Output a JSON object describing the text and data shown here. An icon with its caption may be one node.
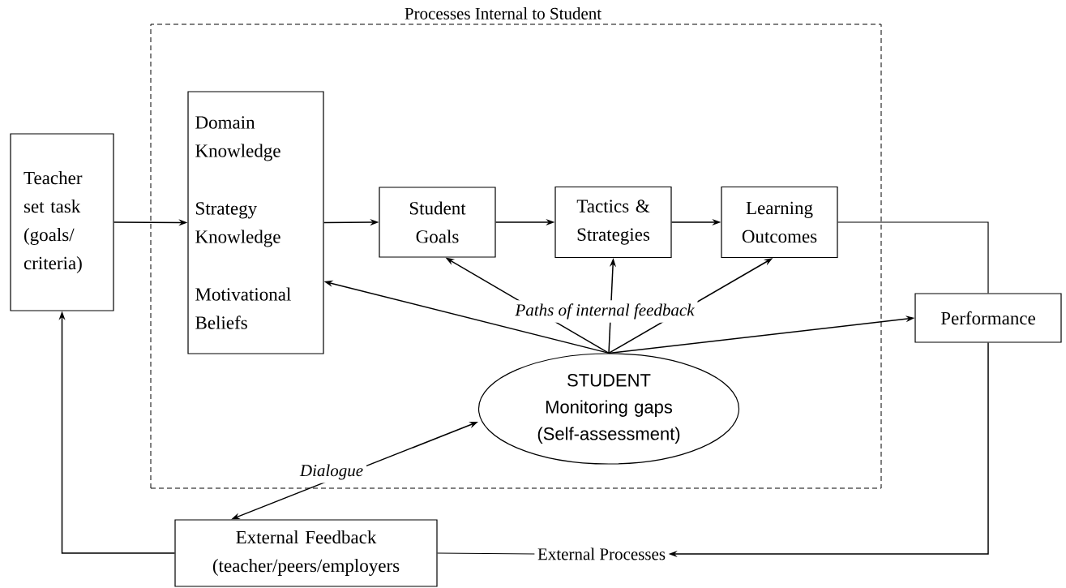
{
  "diagram": {
    "nodes": [
      {
        "text": [
          "Processes Internal to Student"
        ]
      },
      {
        "text": [
          "Teacher set task (goals/ criteria)"
        ]
      },
      {
        "text": [
          "Domain Knowledge",
          "Strategy Knowledge",
          "Motivational Beliefs"
        ],
        "in": 0
      },
      {
        "text": [
          "Student Goals"
        ],
        "in": 0
      },
      {
        "text": [
          "Tactics & Strategies"
        ],
        "in": 0
      },
      {
        "text": [
          "Learning Outcomes"
        ],
        "in": 0
      },
      {
        "text": [
          "STUDENT",
          "Monitoring gaps (Self-assessment)"
        ],
        "in": 0
      },
      {
        "text": [
          "Performance"
        ]
      },
      {
        "text": [
          "External Feedback (teacher/peers/employers"
        ]
      },
      {
        "text": [
          "External Processes"
        ]
      }
    ],
    "edges": [
      {
        "from": 1,
        "to": 2,
        "arrow": "to"
      },
      {
        "from": 2,
        "to": 3,
        "arrow": "to"
      },
      {
        "from": 3,
        "to": 4,
        "arrow": "to"
      },
      {
        "from": 4,
        "to": 5,
        "arrow": "to"
      },
      {
        "from": 5,
        "to": 7,
        "arrow": "none"
      },
      {
        "from": 6,
        "to": 2,
        "arrow": "to"
      },
      {
        "from": 6,
        "to": 3,
        "arrow": "to"
      },
      {
        "from": 6,
        "to": 4,
        "arrow": "to",
        "label": "Paths of internal feedback"
      },
      {
        "from": 6,
        "to": 5,
        "arrow": "to"
      },
      {
        "from": 6,
        "to": 7,
        "arrow": "to"
      },
      {
        "from": 7,
        "to": 9,
        "arrow": "to"
      },
      {
        "from": 8,
        "to": 1,
        "arrow": "to"
      },
      {
        "from": 8,
        "to": 6,
        "arrow": "both",
        "label": "Dialogue"
      },
      {
        "from": 9,
        "to": 8,
        "arrow": "none"
      }
    ]
  }
}
